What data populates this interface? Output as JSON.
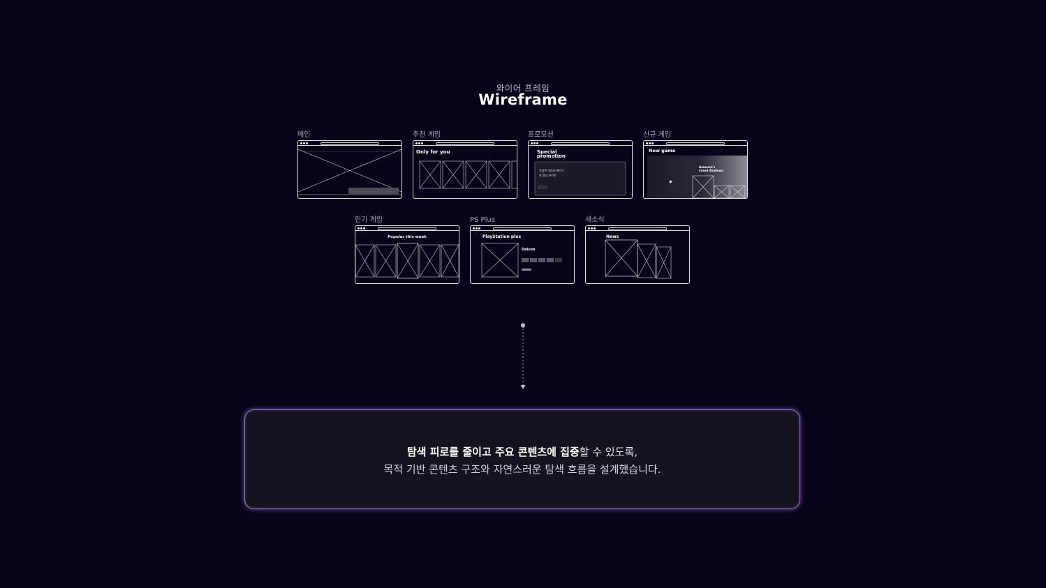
{
  "header": {
    "subtitle": "와이어 프레임",
    "title": "Wireframe"
  },
  "wireframes": {
    "main": {
      "label": "메인"
    },
    "recommended": {
      "label": "추천 게임",
      "heading": "Only for you"
    },
    "promotion": {
      "label": "프로모션",
      "heading_line1": "Special",
      "heading_line2": "promotion",
      "text1": "독점판 게임과 빠르기",
      "text2": "의 풍성 파이먼"
    },
    "newgame": {
      "label": "신규 게임",
      "heading": "New game",
      "feature_line1": "Assassin's",
      "feature_line2": "Creed Shadows"
    },
    "popular": {
      "label": "인기 게임",
      "heading": "Popular this week"
    },
    "psplus": {
      "label": "PS Plus",
      "heading": "PlayStation plus",
      "plan": "Deluxe"
    },
    "news": {
      "label": "새소식",
      "heading": "News"
    }
  },
  "summary": {
    "line1_bold": "탐색 피로를 줄이고 주요 콘텐츠에 집중",
    "line1_rest": "할 수 있도록,",
    "line2": "목적 기반 콘텐츠 구조와 자연스러운 탐색 흐름을 설계했습니다."
  },
  "colors": {
    "background": "#07041a",
    "accent": "#9d74d4",
    "callout_bg": "#15131f"
  },
  "icons": [
    "arrow-down-icon",
    "placeholder-x-icon"
  ]
}
